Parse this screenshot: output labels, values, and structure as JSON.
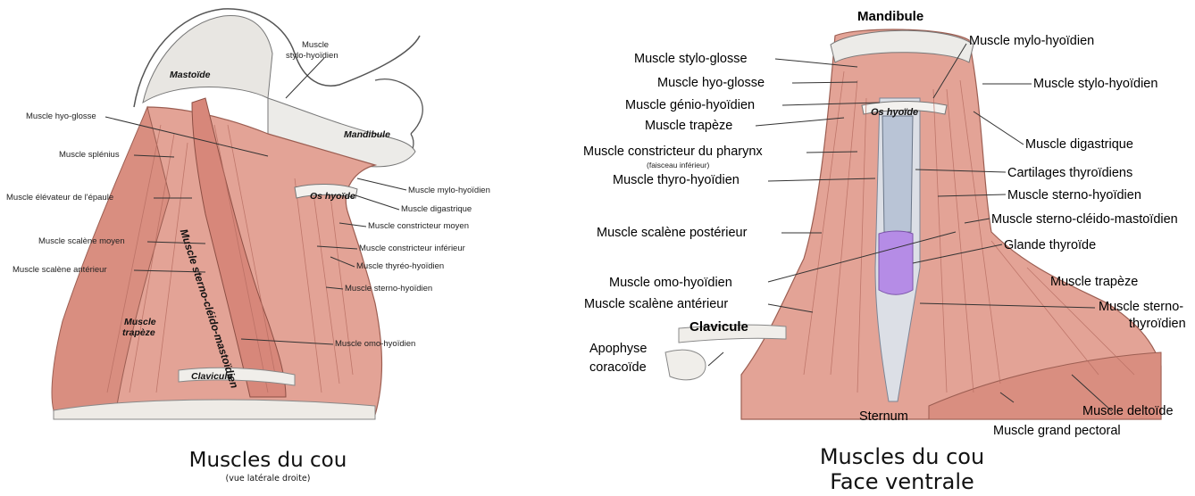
{
  "left": {
    "title": "Muscles du cou",
    "subtitle": "(vue latérale droite)",
    "inner": {
      "mastoide": "Mastoïde",
      "mandibule": "Mandibule",
      "os_hyoide": "Os hyoïde",
      "scm": "Muscle sterno-cléido-mastoïdien",
      "trapeze_1": "Muscle",
      "trapeze_2": "trapèze",
      "clavicule": "Clavicule"
    },
    "labels": {
      "stylo_1": "Muscle",
      "stylo_2": "stylo-hyoïdien",
      "hyo_glosse": "Muscle hyo-glosse",
      "splenius": "Muscle splénius",
      "elevateur": "Muscle élévateur de l'épaule",
      "scalene_moyen": "Muscle scalène moyen",
      "scalene_anterieur": "Muscle scalène antérieur",
      "mylo": "Muscle mylo-hyoïdien",
      "digastrique": "Muscle digastrique",
      "constricteur_moyen": "Muscle constricteur moyen",
      "constricteur_inferieur": "Muscle constricteur inférieur",
      "thyreo": "Muscle thyréo-hyoïdien",
      "sterno": "Muscle sterno-hyoïdien",
      "omo": "Muscle omo-hyoïdien"
    }
  },
  "right": {
    "title_1": "Muscles du cou",
    "title_2": "Face ventrale",
    "inner": {
      "mandibule": "Mandibule",
      "os_hyoide": "Os hyoïde",
      "clavicule": "Clavicule"
    },
    "labels": {
      "stylo_glosse": "Muscle stylo-glosse",
      "hyo_glosse": "Muscle hyo-glosse",
      "genio": "Muscle génio-hyoïdien",
      "trapeze_l": "Muscle trapèze",
      "constricteur": "Muscle constricteur du pharynx",
      "faisceau": "(faisceau inférieur)",
      "thyro": "Muscle thyro-hyoïdien",
      "scalene_post": "Muscle scalène postérieur",
      "omo": "Muscle omo-hyoïdien",
      "scalene_ant": "Muscle scalène antérieur",
      "apophyse_1": "Apophyse",
      "apophyse_2": "coracoïde",
      "sternum": "Sternum",
      "mylo": "Muscle mylo-hyoïdien",
      "stylo_hyo": "Muscle stylo-hyoïdien",
      "digastrique": "Muscle digastrique",
      "cartilages": "Cartilages thyroïdiens",
      "sterno_hyo": "Muscle sterno-hyoïdien",
      "scm": "Muscle sterno-cléido-mastoïdien",
      "glande": "Glande thyroïde",
      "trapeze_r": "Muscle trapèze",
      "sterno_thyro_1": "Muscle sterno-",
      "sterno_thyro_2": "thyroïdien",
      "deltoide": "Muscle deltoïde",
      "grand_pectoral": "Muscle grand pectoral"
    }
  }
}
